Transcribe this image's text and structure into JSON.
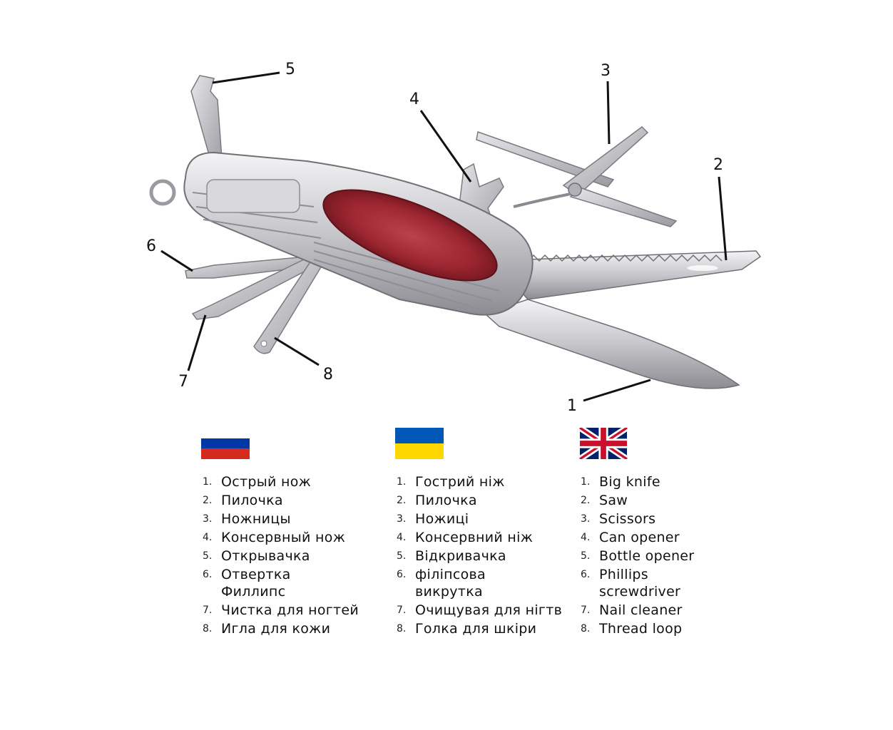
{
  "callouts": [
    "1",
    "2",
    "3",
    "4",
    "5",
    "6",
    "7",
    "8"
  ],
  "flags": {
    "ru": [
      "#ffffff",
      "#0039a6",
      "#d52b1e"
    ],
    "ua": [
      "#0057b7",
      "#ffd700"
    ],
    "uk": {
      "blue": "#012169",
      "red": "#c8102e",
      "white": "#ffffff"
    }
  },
  "colors": {
    "steel_light": "#eeeef0",
    "steel_dark": "#8c8c92",
    "handle_wood": "#9b2530",
    "line": "#111111"
  },
  "legend": {
    "ru": [
      {
        "num": "1.",
        "label": "Острый нож"
      },
      {
        "num": "2.",
        "label": "Пилочка"
      },
      {
        "num": "3.",
        "label": "Ножницы"
      },
      {
        "num": "4.",
        "label": "Консервный нож"
      },
      {
        "num": "5.",
        "label": "Открывачка"
      },
      {
        "num": "6.",
        "label": "Отвертка Филлипс"
      },
      {
        "num": "7.",
        "label": "Чистка для ногтей"
      },
      {
        "num": "8.",
        "label": "Игла для кожи"
      }
    ],
    "ua": [
      {
        "num": "1.",
        "label": "Гострий ніж"
      },
      {
        "num": "2.",
        "label": "Пилочка"
      },
      {
        "num": "3.",
        "label": "Ножиці"
      },
      {
        "num": "4.",
        "label": "Консервний ніж"
      },
      {
        "num": "5.",
        "label": "Відкривачка"
      },
      {
        "num": "6.",
        "label": "філіпсова викрутка"
      },
      {
        "num": "7.",
        "label": "Очищувая для нігтв"
      },
      {
        "num": "8.",
        "label": "Голка для шкіри"
      }
    ],
    "en": [
      {
        "num": "1.",
        "label": "Big knife"
      },
      {
        "num": "2.",
        "label": "Saw"
      },
      {
        "num": "3.",
        "label": "Scissors"
      },
      {
        "num": "4.",
        "label": "Can opener"
      },
      {
        "num": "5.",
        "label": "Bottle opener"
      },
      {
        "num": "6.",
        "label": "Phillips screwdriver"
      },
      {
        "num": "7.",
        "label": "Nail cleaner"
      },
      {
        "num": "8.",
        "label": "Thread loop"
      }
    ]
  }
}
